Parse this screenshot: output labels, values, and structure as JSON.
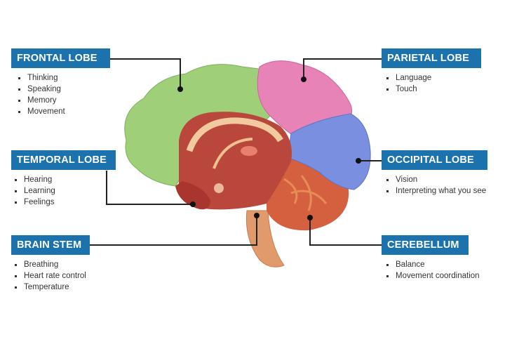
{
  "colors": {
    "label_bg": "#1b72ad",
    "frontal": "#9fcf78",
    "parietal": "#e783b6",
    "occipital": "#7b8fe0",
    "cerebellum": "#d4603f",
    "inner": "#b9473b",
    "stem": "#e19a6c"
  },
  "regions": [
    {
      "id": "frontal",
      "title": "FRONTAL LOBE",
      "items": [
        "Thinking",
        "Speaking",
        "Memory",
        "Movement"
      ]
    },
    {
      "id": "temporal",
      "title": "TEMPORAL LOBE",
      "items": [
        "Hearing",
        "Learning",
        "Feelings"
      ]
    },
    {
      "id": "brainstem",
      "title": "BRAIN STEM",
      "items": [
        "Breathing",
        "Heart rate control",
        "Temperature"
      ]
    },
    {
      "id": "parietal",
      "title": "PARIETAL LOBE",
      "items": [
        "Language",
        "Touch"
      ]
    },
    {
      "id": "occipital",
      "title": "OCCIPITAL LOBE",
      "items": [
        "Vision",
        "Interpreting what you see"
      ]
    },
    {
      "id": "cerebellum",
      "title": "CEREBELLUM",
      "items": [
        "Balance",
        "Movement coordination"
      ]
    }
  ]
}
